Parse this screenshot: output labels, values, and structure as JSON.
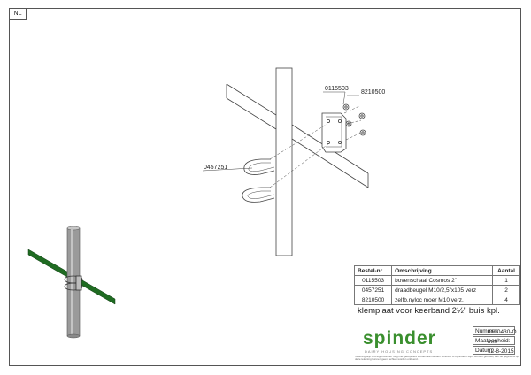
{
  "sheet": {
    "language": "NL"
  },
  "callouts": {
    "bracket": "0115503",
    "nut": "8210500",
    "ubolt": "0457251"
  },
  "parts_table": {
    "headers": [
      "Bestel-nr.",
      "Omschrijving",
      "Aantal"
    ],
    "rows": [
      [
        "0115503",
        "bovenschaal Cosmos 2\"",
        "1"
      ],
      [
        "0457251",
        "draadbeugel M10/2,5\"x105 verz",
        "2"
      ],
      [
        "8210500",
        "zelfb.nyloc moer M10 verz.",
        "4"
      ]
    ]
  },
  "title_block": {
    "product_title": "klemplaat voor keerband 2½\" buis kpl.",
    "logo_word": "spinder",
    "logo_tagline": "DAIRY HOUSING CONCEPTS",
    "number_label": "Nummer:",
    "number_value": "0190430-O",
    "unit_label": "Maateenheid:",
    "unit_value": "mm",
    "date_label": "Datum:",
    "date_value": "12-8-2015",
    "disclaimer": "Tekening blijft ons eigendom en mag niet gekopieerd worden aan derden verstrekt of op andere wijze worden gebruikt, kan de gegevens op deze tekening kunnen geen rechten worden ontleend."
  },
  "colors": {
    "logo_green": "#3a8f2e",
    "band_green": "#1f6b22",
    "line": "#444444"
  }
}
